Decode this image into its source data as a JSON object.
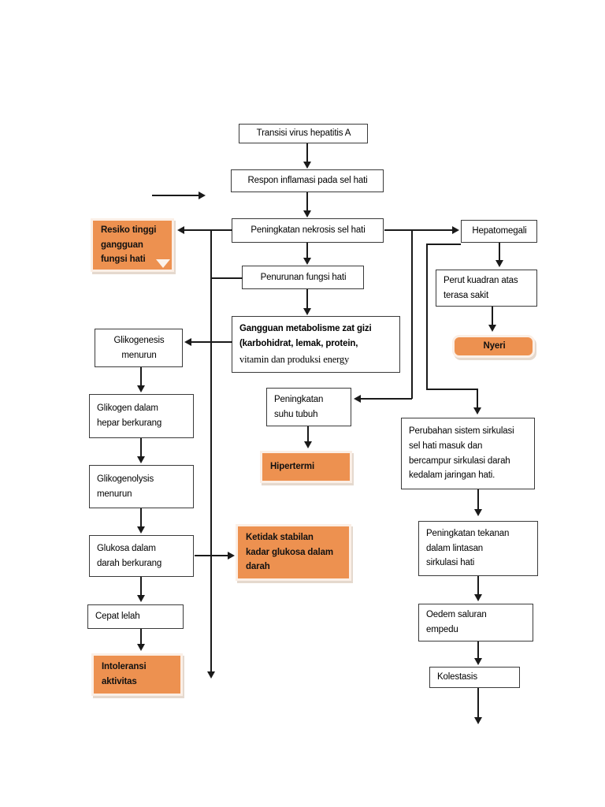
{
  "diagram": {
    "title": "Patofisiologi Hepatitis A - Pathway",
    "accent_color": "#ED9150",
    "line_color": "#1a1a1a",
    "box_border_color": "#3a3a3a",
    "background": "#ffffff"
  },
  "nodes": {
    "transisi_virus": {
      "label": "Transisi virus hepatitis A",
      "style": "plain"
    },
    "respon_inflamasi": {
      "label": "Respon inflamasi pada sel hati",
      "style": "plain"
    },
    "peningkatan_nekrosis": {
      "label": "Peningkatan nekrosis sel hati",
      "style": "plain"
    },
    "penurunan_fungsi": {
      "label": "Penurunan fungsi hati",
      "style": "plain"
    },
    "gangguan_metabolisme": {
      "line1": "Gangguan metabolisme zat gizi",
      "line2": "(karbohidrat, lemak, protein,",
      "line3": "vitamin dan produksi energy",
      "style": "plain"
    },
    "resiko_tinggi": {
      "line1": "Resiko tinggi",
      "line2": "gangguan",
      "line3": "fungsi hati",
      "style": "orange"
    },
    "glikogenesis": {
      "line1": "Glikogenesis",
      "line2": "menurun",
      "style": "plain"
    },
    "glikogen_hepar": {
      "line1": "Glikogen dalam",
      "line2": "hepar berkurang",
      "style": "plain"
    },
    "glikogenolysis": {
      "line1": "Glikogenolysis",
      "line2": "menurun",
      "style": "plain"
    },
    "glukosa_darah": {
      "line1": "Glukosa dalam",
      "line2": "darah berkurang",
      "style": "plain"
    },
    "cepat_lelah": {
      "label": "Cepat lelah",
      "style": "plain"
    },
    "intoleransi": {
      "line1": "Intoleransi",
      "line2": "aktivitas",
      "style": "orange"
    },
    "ketidak_stabilan": {
      "line1": "Ketidak stabilan",
      "line2": "kadar glukosa dalam",
      "line3": "darah",
      "style": "orange"
    },
    "peningkatan_suhu": {
      "line1": "Peningkatan",
      "line2": "suhu tubuh",
      "style": "plain"
    },
    "hipertermi": {
      "label": "Hipertermi",
      "style": "orange"
    },
    "hepatomegali": {
      "label": "Hepatomegali",
      "style": "plain"
    },
    "perut_kuadran": {
      "line1": "Perut kuadran atas",
      "line2": "terasa sakit",
      "style": "plain"
    },
    "nyeri": {
      "label": "Nyeri",
      "style": "orange-rounded"
    },
    "perubahan_sirkulasi": {
      "line1": "Perubahan sistem sirkulasi",
      "line2": "sel hati masuk dan",
      "line3": "bercampur sirkulasi darah",
      "line4": "kedalam jaringan hati.",
      "style": "plain"
    },
    "peningkatan_tekanan": {
      "line1": "Peningkatan tekanan",
      "line2": "dalam lintasan",
      "line3": "sirkulasi hati",
      "style": "plain"
    },
    "oedem_saluran": {
      "line1": "Oedem saluran",
      "line2": "empedu",
      "style": "plain"
    },
    "kolestasis": {
      "label": "Kolestasis",
      "style": "plain"
    }
  }
}
